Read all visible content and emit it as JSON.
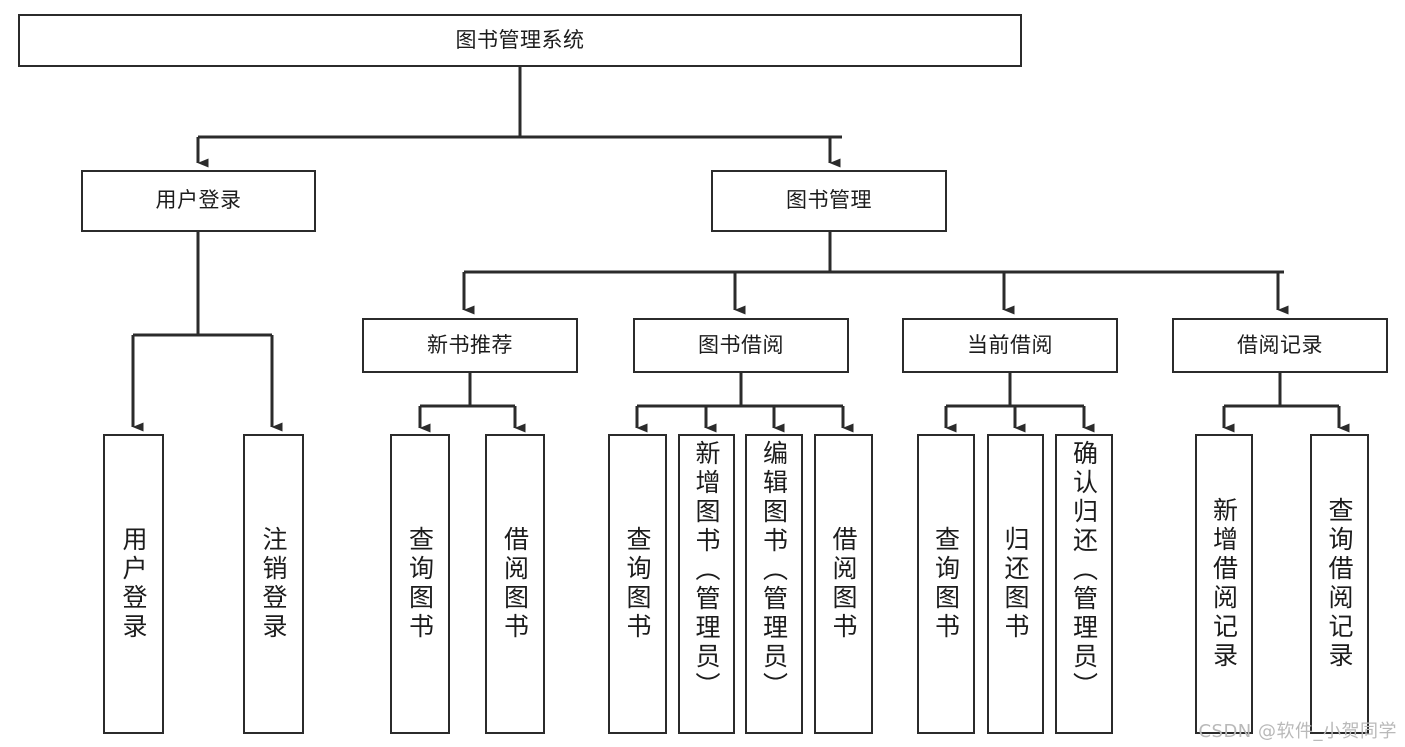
{
  "diagram": {
    "title": "图书管理系统",
    "watermark": "CSDN @软件_小贺同学",
    "colors": {
      "box_border": "#2b2b2b",
      "box_fill": "#ffffff",
      "connector": "#2b2b2b",
      "text": "#1c1c1c",
      "watermark": "#b9b9b9",
      "background": "#ffffff"
    },
    "nodes": {
      "root": {
        "label": "图书管理系统"
      },
      "level2": [
        {
          "id": "user-login",
          "label": "用户登录"
        },
        {
          "id": "book-management",
          "label": "图书管理"
        }
      ],
      "level3": [
        {
          "id": "new-book-recommend",
          "label": "新书推荐"
        },
        {
          "id": "book-borrow",
          "label": "图书借阅"
        },
        {
          "id": "current-borrow",
          "label": "当前借阅"
        },
        {
          "id": "borrow-record",
          "label": "借阅记录"
        }
      ],
      "leaves": {
        "user_login": [
          {
            "id": "leaf-user-login",
            "label": "用户登录"
          },
          {
            "id": "leaf-logout-login",
            "label": "注销登录"
          }
        ],
        "new_book_recommend": [
          {
            "id": "leaf-query-book-1",
            "label": "查询图书"
          },
          {
            "id": "leaf-borrow-book-1",
            "label": "借阅图书"
          }
        ],
        "book_borrow": [
          {
            "id": "leaf-query-book-2",
            "label": "查询图书"
          },
          {
            "id": "leaf-add-book",
            "label": "新增图书（管理员）"
          },
          {
            "id": "leaf-edit-book",
            "label": "编辑图书（管理员）"
          },
          {
            "id": "leaf-borrow-book-2",
            "label": "借阅图书"
          }
        ],
        "current_borrow": [
          {
            "id": "leaf-query-book-3",
            "label": "查询图书"
          },
          {
            "id": "leaf-return-book",
            "label": "归还图书"
          },
          {
            "id": "leaf-confirm-return",
            "label": "确认归还（管理员）"
          }
        ],
        "borrow_record": [
          {
            "id": "leaf-add-record",
            "label": "新增借阅记录"
          },
          {
            "id": "leaf-query-record",
            "label": "查询借阅记录"
          }
        ]
      }
    },
    "structure": {
      "type": "tree",
      "orientation": "top-down",
      "levels": 4,
      "edges": [
        {
          "from": "图书管理系统",
          "to": "用户登录"
        },
        {
          "from": "图书管理系统",
          "to": "图书管理"
        },
        {
          "from": "用户登录",
          "to": "用户登录"
        },
        {
          "from": "用户登录",
          "to": "注销登录"
        },
        {
          "from": "图书管理",
          "to": "新书推荐"
        },
        {
          "from": "图书管理",
          "to": "图书借阅"
        },
        {
          "from": "图书管理",
          "to": "当前借阅"
        },
        {
          "from": "图书管理",
          "to": "借阅记录"
        },
        {
          "from": "新书推荐",
          "to": "查询图书"
        },
        {
          "from": "新书推荐",
          "to": "借阅图书"
        },
        {
          "from": "图书借阅",
          "to": "查询图书"
        },
        {
          "from": "图书借阅",
          "to": "新增图书（管理员）"
        },
        {
          "from": "图书借阅",
          "to": "编辑图书（管理员）"
        },
        {
          "from": "图书借阅",
          "to": "借阅图书"
        },
        {
          "from": "当前借阅",
          "to": "查询图书"
        },
        {
          "from": "当前借阅",
          "to": "归还图书"
        },
        {
          "from": "当前借阅",
          "to": "确认归还（管理员）"
        },
        {
          "from": "借阅记录",
          "to": "新增借阅记录"
        },
        {
          "from": "借阅记录",
          "to": "查询借阅记录"
        }
      ]
    }
  }
}
